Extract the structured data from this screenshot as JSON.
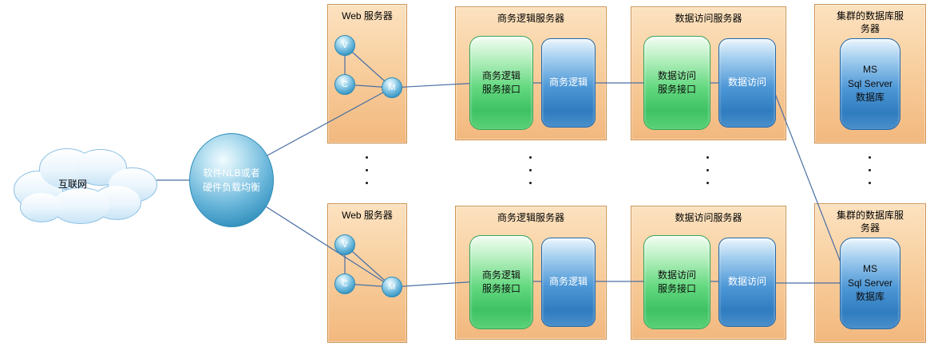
{
  "cloud": {
    "label": "互联网"
  },
  "load_balancer": {
    "label": "软件NLB或者\n硬件负载均衡"
  },
  "rows": [
    {
      "web_server": {
        "title": "Web 服务器",
        "nodes": {
          "v": "V",
          "c": "C",
          "m": "M"
        }
      },
      "business_server": {
        "title": "商务逻辑服务器",
        "interface_label": "商务逻辑\n服务接口",
        "component_label": "商务逻辑"
      },
      "data_server": {
        "title": "数据访问服务器",
        "interface_label": "数据访问\n服务接口",
        "component_label": "数据访问"
      },
      "db_server": {
        "title": "集群的数据库服\n务器",
        "database_label": "MS\nSql Server\n数据库"
      }
    },
    {
      "web_server": {
        "title": "Web 服务器",
        "nodes": {
          "v": "V",
          "c": "C",
          "m": "M"
        }
      },
      "business_server": {
        "title": "商务逻辑服务器",
        "interface_label": "商务逻辑\n服务接口",
        "component_label": "商务逻辑"
      },
      "data_server": {
        "title": "数据访问服务器",
        "interface_label": "数据访问\n服务接口",
        "component_label": "数据访问"
      },
      "db_server": {
        "title": "集群的数据库服\n务器",
        "database_label": "MS\nSql Server\n数据库"
      }
    }
  ],
  "colors": {
    "container_fill_top": "#FCE2C0",
    "container_fill_bottom": "#F2B87E",
    "container_border": "#CE9251",
    "green_fill": "#52CE70",
    "green_border": "#33A657",
    "blue_fill": "#3E8FD0",
    "blue_border": "#2468A9",
    "sphere_fill": "#3D9FCB",
    "cloud_stroke": "#90C3E4",
    "connector": "#4A6FA5"
  }
}
